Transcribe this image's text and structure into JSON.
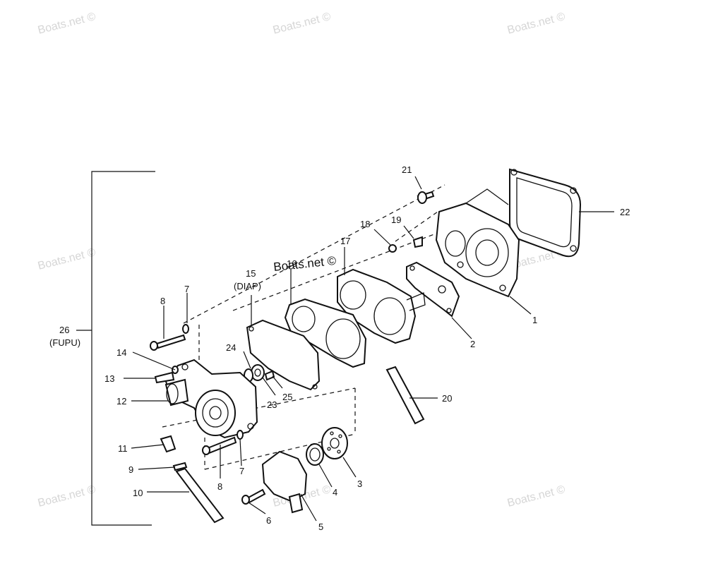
{
  "watermark": "Boats.net ©",
  "callouts": {
    "c1": "1",
    "c2": "2",
    "c3": "3",
    "c4": "4",
    "c5": "5",
    "c6": "6",
    "c7a": "7",
    "c7b": "7",
    "c8a": "8",
    "c8b": "8",
    "c9": "9",
    "c10": "10",
    "c11": "11",
    "c12": "12",
    "c13": "13",
    "c14": "14",
    "c15": "15",
    "c15_note": "(DIAP)",
    "c16": "16",
    "c17": "17",
    "c18": "18",
    "c19": "19",
    "c20": "20",
    "c21": "21",
    "c22": "22",
    "c23": "23",
    "c24": "24",
    "c25": "25",
    "c26": "26",
    "c26_note": "(FUPU)"
  },
  "colors": {
    "line": "#111111",
    "watermark": "#d6d6d6",
    "background": "#ffffff"
  }
}
